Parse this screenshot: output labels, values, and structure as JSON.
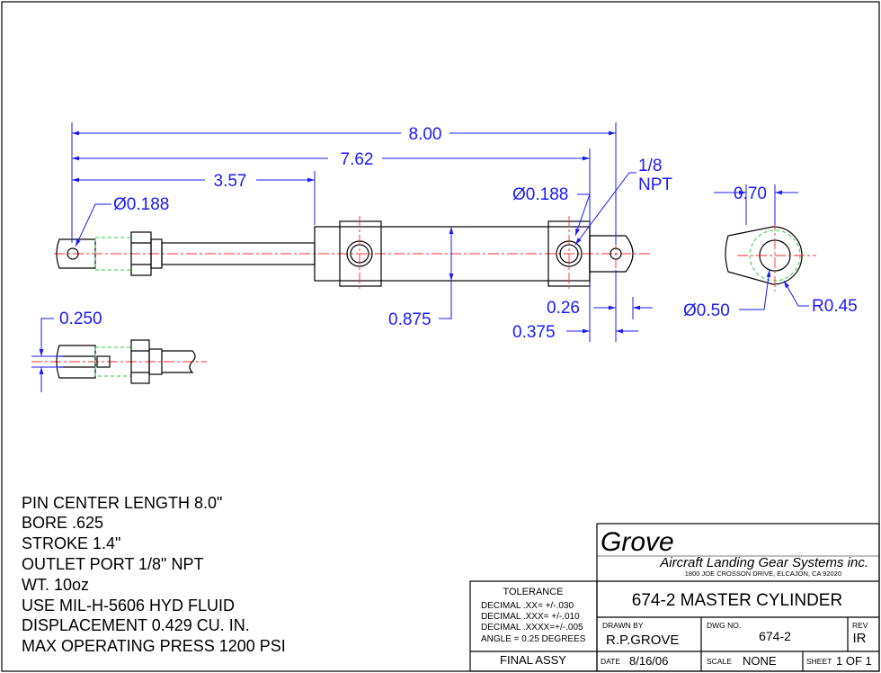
{
  "dimensions": {
    "overall_length": "8.00",
    "length_762": "7.62",
    "length_357": "3.57",
    "pin_hole_left": "Ø0.188",
    "pin_hole_right": "Ø0.188",
    "npt_line1": "1/8",
    "npt_line2": "NPT",
    "eye_width": "0.70",
    "body_dia": "0.875",
    "offset_026": "0.26",
    "offset_0375": "0.375",
    "slot_width": "0.250",
    "eye_dia": "Ø0.50",
    "eye_radius": "R0.45"
  },
  "notes": [
    "PIN CENTER LENGTH 8.0\"",
    "BORE .625",
    "STROKE 1.4\"",
    "OUTLET PORT 1/8\" NPT",
    "WT. 10oz",
    "USE MIL-H-5606 HYD FLUID",
    "DISPLACEMENT 0.429 CU. IN.",
    "MAX OPERATING PRESS 1200 PSI"
  ],
  "title_block": {
    "company": "Grove",
    "company_sub": "Aircraft Landing Gear Systems inc.",
    "address": "1800 JOE CROSSON DRIVE, ELCAJON, CA 92020",
    "tolerance_title": "TOLERANCE",
    "tol_line1": "DECIMAL  .XX=  +/-.030",
    "tol_line2": "DECIMAL  .XXX= +/-.010",
    "tol_line3": "DECIMAL  .XXXX=+/-.005",
    "tol_line4": "ANGLE = 0.25 DEGREES",
    "drawing_title": "674-2 MASTER CYLINDER",
    "drawn_by_label": "DRAWN  BY",
    "drawn_by": "R.P.GROVE",
    "dwg_no_label": "DWG  NO.",
    "dwg_no": "674-2",
    "rev_label": "REV",
    "rev": "IR",
    "final_assy": "FINAL ASSY",
    "date_label": "DATE",
    "date": "8/16/06",
    "scale_label": "SCALE",
    "scale": "NONE",
    "sheet_label": "SHEET",
    "sheet": "1 OF 1"
  },
  "colors": {
    "dimension": "#1a1aff",
    "hidden": "#2ecc40",
    "centerline": "#ff2a2a",
    "outline": "#000000"
  }
}
